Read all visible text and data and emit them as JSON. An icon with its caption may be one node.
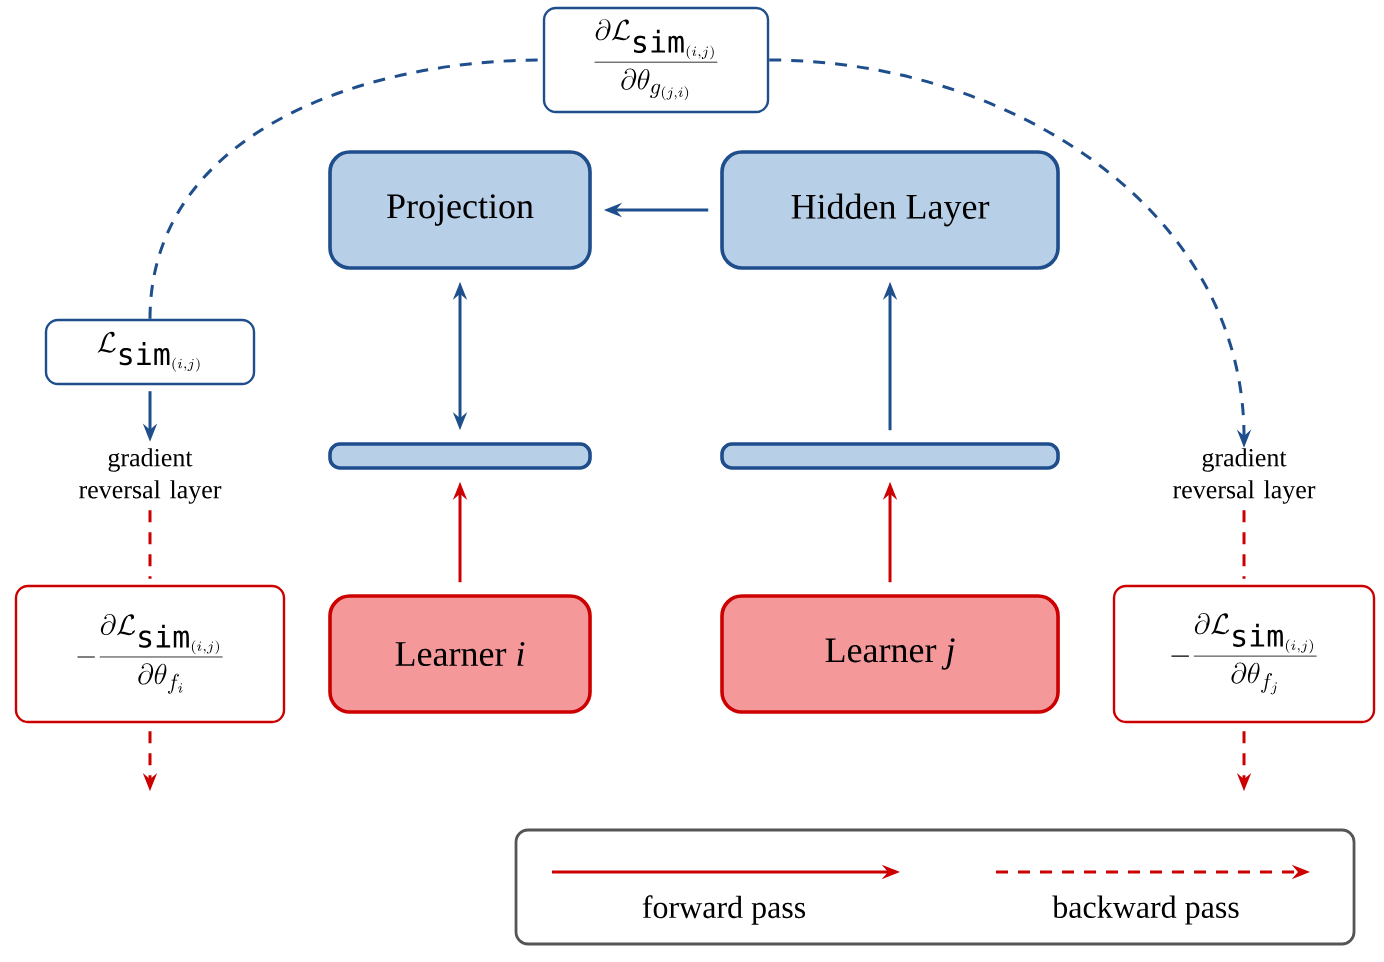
{
  "diagram": {
    "nodes": [
      {
        "text": [
          "Projection"
        ]
      },
      {
        "text": [
          "Hidden Layer"
        ]
      },
      {
        "text": [],
        "shape": "bar"
      },
      {
        "text": [],
        "shape": "bar"
      },
      {
        "text": [
          "Learner *i*"
        ]
      },
      {
        "text": [
          "Learner *j*"
        ]
      },
      {
        "text": [
          "\\frac{\\partial \\mathcal{L}_{\\texttt{sim}_{(i,j)}}}{\\partial \\theta_{g_{(j,i)}}}"
        ]
      },
      {
        "text": [
          "\\mathcal{L}_{\\texttt{sim}_{(i,j)}}"
        ]
      },
      {
        "text": [
          "gradient reversal layer"
        ]
      },
      {
        "text": [
          "gradient reversal layer"
        ]
      },
      {
        "text": [
          "-\\frac{\\partial \\mathcal{L}_{\\texttt{sim}_{(i,j)}}}{\\partial \\theta_{f_i}}"
        ]
      },
      {
        "text": [
          "-\\frac{\\partial \\mathcal{L}_{\\texttt{sim}_{(i,j)}}}{\\partial \\theta_{f_j}}"
        ]
      }
    ],
    "edges": [
      {
        "from": 4,
        "to": 2,
        "arrow": "to",
        "color": "#cc0000"
      },
      {
        "from": 5,
        "to": 3,
        "arrow": "to",
        "color": "#cc0000"
      },
      {
        "from": 2,
        "to": 0,
        "arrow": "both",
        "color": "#1f4e8c"
      },
      {
        "from": 3,
        "to": 1,
        "arrow": "to",
        "color": "#1f4e8c"
      },
      {
        "from": 1,
        "to": 0,
        "arrow": "to",
        "color": "#1f4e8c"
      },
      {
        "from": 7,
        "to": 6,
        "arrow": "none",
        "style": "dashed",
        "color": "#1f4e8c"
      },
      {
        "from": 6,
        "to": 9,
        "arrow": "to",
        "style": "dashed",
        "color": "#1f4e8c"
      },
      {
        "from": 7,
        "to": 8,
        "arrow": "to",
        "color": "#1f4e8c"
      },
      {
        "from": 8,
        "to": 10,
        "arrow": "none",
        "style": "dashed",
        "color": "#cc0000"
      },
      {
        "from": 10,
        "to": null,
        "arrow": "to",
        "style": "dashed",
        "color": "#cc0000"
      },
      {
        "from": 9,
        "to": 11,
        "arrow": "none",
        "style": "dashed",
        "color": "#cc0000"
      },
      {
        "from": 11,
        "to": null,
        "arrow": "to",
        "style": "dashed",
        "color": "#cc0000"
      }
    ],
    "legend": [
      {
        "text": "forward pass"
      },
      {
        "text": "backward pass"
      }
    ]
  }
}
